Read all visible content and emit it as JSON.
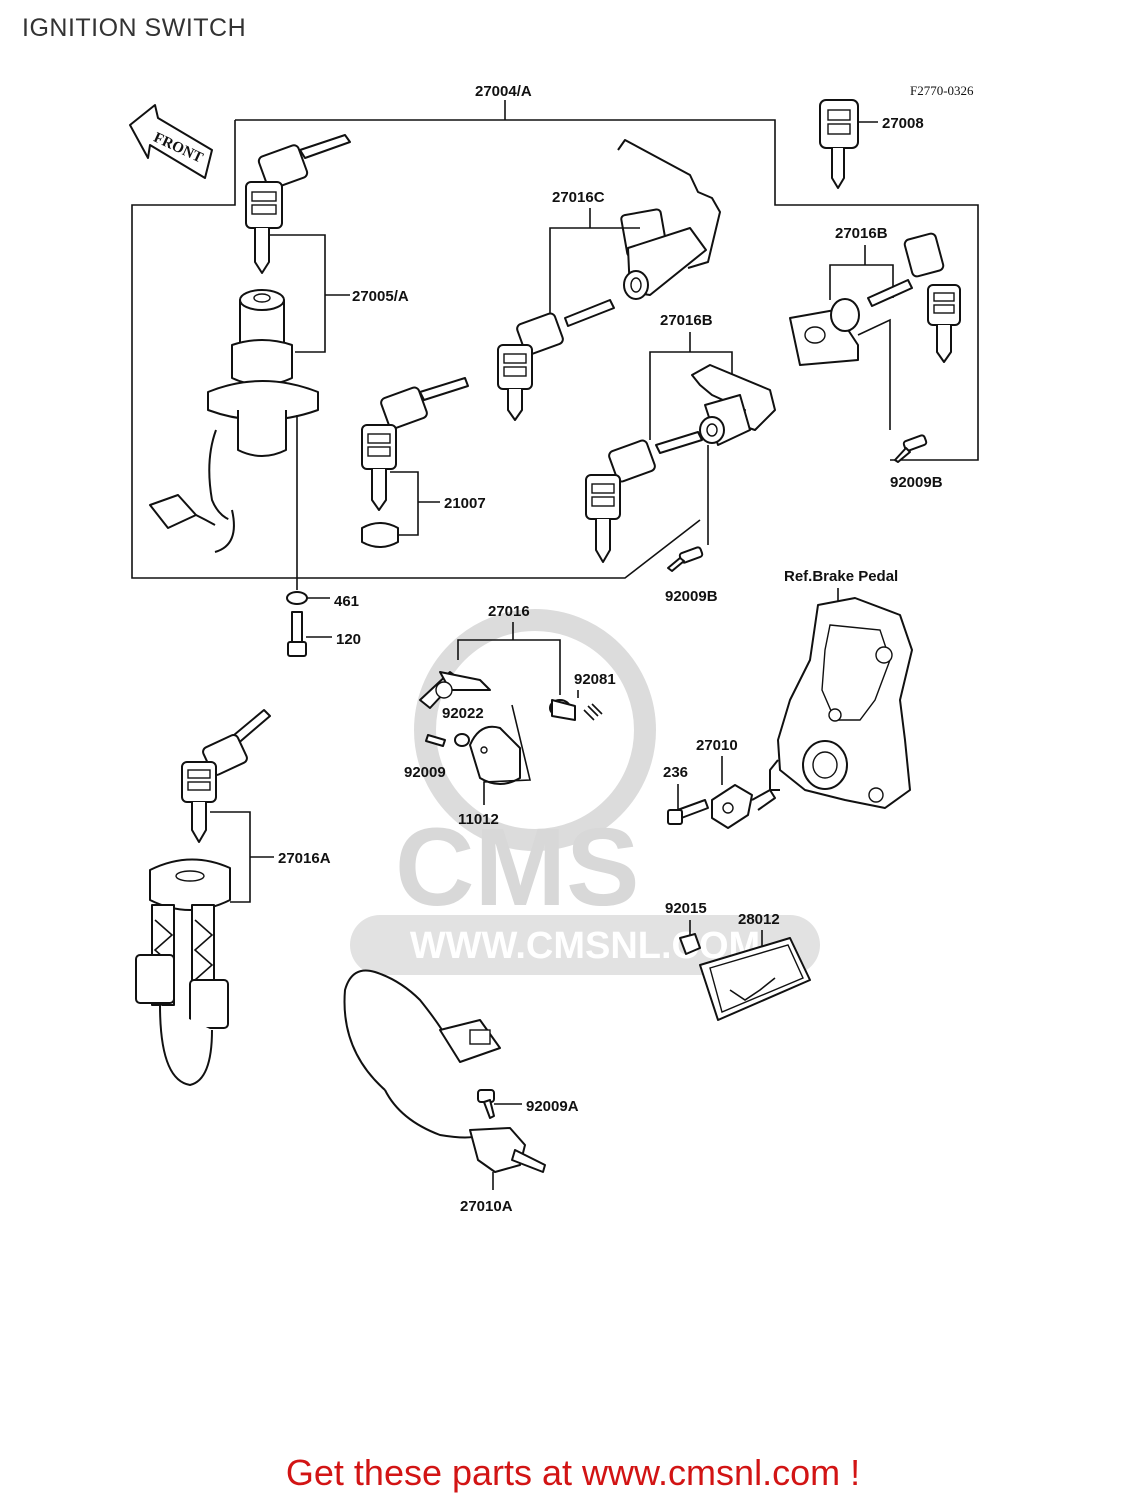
{
  "page": {
    "title": "IGNITION SWITCH"
  },
  "diagram": {
    "figure_code": "F2770-0326",
    "front_arrow": "FRONT",
    "labels": {
      "p27004A": "27004/A",
      "p27008": "27008",
      "p27005A": "27005/A",
      "p27016C": "27016C",
      "p27016B_top": "27016B",
      "p27016B_mid": "27016B",
      "p21007": "21007",
      "p92009B_right": "92009B",
      "p92009B_mid": "92009B",
      "ref_brake_pedal": "Ref.Brake Pedal",
      "p461": "461",
      "p120": "120",
      "p27016": "27016",
      "p92081": "92081",
      "p92022": "92022",
      "p92009": "92009",
      "p11012": "11012",
      "p27010": "27010",
      "p236": "236",
      "p27016A": "27016A",
      "p92015": "92015",
      "p28012": "28012",
      "p92009A": "92009A",
      "p27010A": "27010A"
    },
    "watermark": {
      "logo": "CMS",
      "url": "WWW.CMSNL.COM"
    }
  },
  "footer": {
    "cta": "Get these parts at www.cmsnl.com !",
    "cta_color": "#d21414"
  }
}
